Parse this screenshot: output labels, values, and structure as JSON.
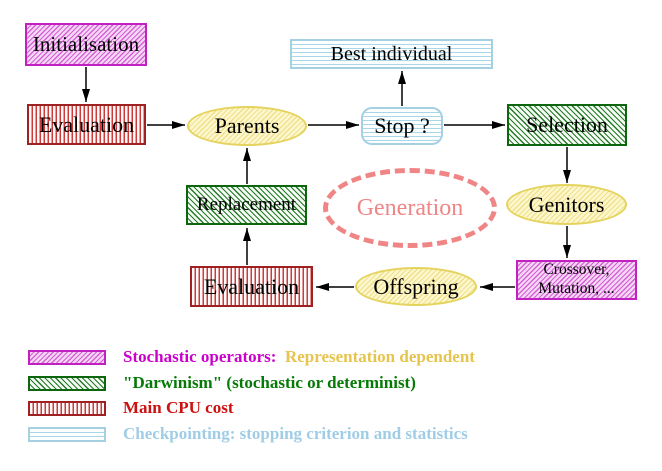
{
  "diagram": {
    "nodes": {
      "initialisation": {
        "label": "Initialisation",
        "style": "stochastic-operator"
      },
      "evaluation_top": {
        "label": "Evaluation",
        "style": "main-cpu-cost"
      },
      "parents": {
        "label": "Parents",
        "style": "population"
      },
      "best_individual": {
        "label": "Best individual",
        "style": "checkpointing"
      },
      "stop": {
        "label": "Stop ?",
        "style": "checkpointing"
      },
      "selection": {
        "label": "Selection",
        "style": "darwinism"
      },
      "genitors": {
        "label": "Genitors",
        "style": "population"
      },
      "crossover_mutation": {
        "line1": "Crossover,",
        "line2": "Mutation, ...",
        "style": "stochastic-operator"
      },
      "offspring": {
        "label": "Offspring",
        "style": "population"
      },
      "evaluation_bottom": {
        "label": "Evaluation",
        "style": "main-cpu-cost"
      },
      "replacement": {
        "label": "Replacement",
        "style": "darwinism"
      },
      "generation": {
        "label": "Generation"
      }
    },
    "edges": [
      "initialisation -> evaluation_top",
      "evaluation_top -> parents",
      "parents -> stop",
      "stop -> best_individual",
      "stop -> selection",
      "selection -> genitors",
      "genitors -> crossover_mutation",
      "crossover_mutation -> offspring",
      "offspring -> evaluation_bottom",
      "evaluation_bottom -> replacement",
      "replacement -> parents"
    ]
  },
  "legend": {
    "items": [
      {
        "swatch": "magenta-diagonal-hatch",
        "part1": "Stochastic operators:",
        "part2": "Representation dependent",
        "part1_color": "#cc00cc",
        "part2_color": "#e6c44e"
      },
      {
        "swatch": "green-diagonal-hatch",
        "part1": "\"Darwinism\" (stochastic or determinist)",
        "part1_color": "#067a06"
      },
      {
        "swatch": "red-vertical-stripes",
        "part1": "Main CPU cost",
        "part1_color": "#cc1111"
      },
      {
        "swatch": "cyan-horizontal-lines",
        "part1": "Checkpointing: stopping criterion and statistics",
        "part1_color": "#a0cde6"
      }
    ]
  },
  "colors": {
    "stochastic_border": "#c021c0",
    "stochastic_fill": "#f5d7f5",
    "darwinism_border": "#0d660d",
    "cpu_border": "#a02121",
    "checkpoint_border": "#a5cfe2",
    "population_border": "#e5d35e",
    "population_fill": "#fdf7cd",
    "generation_dash": "#ef8585",
    "arrow": "#000000",
    "background": "#ffffff"
  }
}
